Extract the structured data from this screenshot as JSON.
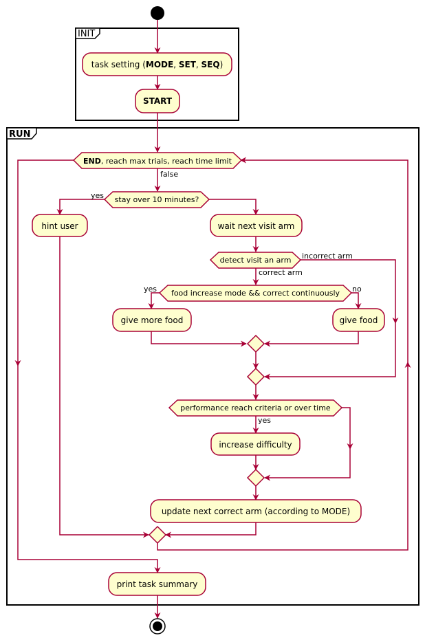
{
  "partitions": {
    "init": "INIT",
    "run": "RUN"
  },
  "nodes": {
    "task_setting": {
      "pre": "task setting (",
      "b1": "MODE",
      "sep1": ", ",
      "b2": "SET",
      "sep2": ", ",
      "b3": "SEQ",
      "post": ")"
    },
    "start": "START",
    "loop_condition": {
      "bold": "END",
      "rest": ", reach max trials, reach time limit"
    },
    "stay_over": "stay over 10 minutes?",
    "hint_user": "hint user",
    "wait_next_visit_arm": "wait next visit arm",
    "detect_visit_arm": "detect visit an arm",
    "food_increase_mode": "food increase mode && correct continuously",
    "give_more_food": "give more food",
    "give_food": "give food",
    "performance_criteria": "performance reach criteria or over time",
    "increase_difficulty": "increase difficulty",
    "update_next_arm": "update next correct arm (according to MODE)",
    "print_summary": "print task summary"
  },
  "edge_labels": {
    "false": "false",
    "yes_stay": "yes",
    "incorrect_arm": "incorrect arm",
    "correct_arm": "correct arm",
    "yes_food": "yes",
    "no_food": "no",
    "yes_perf": "yes"
  },
  "colors": {
    "node_fill": "#FEFECE",
    "node_border": "#A80036",
    "frame": "#000000"
  }
}
